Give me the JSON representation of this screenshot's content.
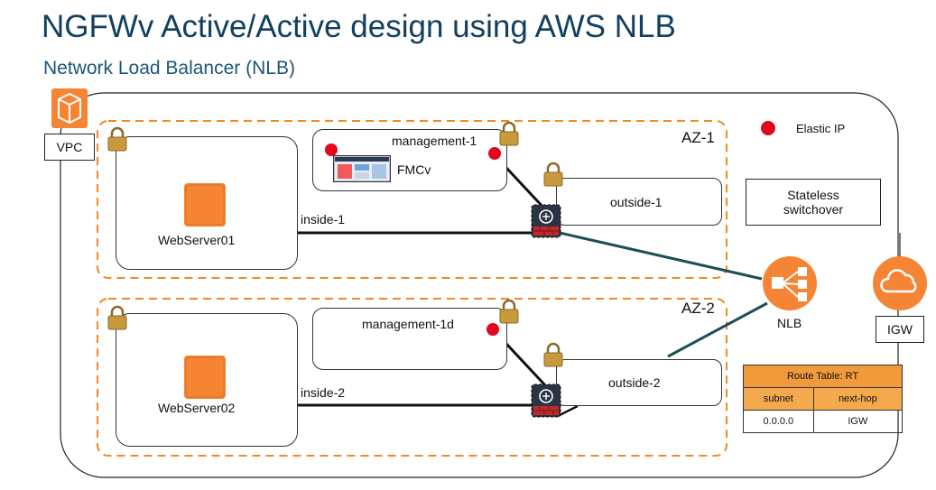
{
  "title": "NGFWv Active/Active design using AWS NLB",
  "subtitle": "Network Load Balancer (NLB)",
  "vpc": {
    "label": "VPC"
  },
  "az": [
    "AZ-1",
    "AZ-2"
  ],
  "servers": [
    {
      "name": "WebServer01",
      "subnet": "inside-1"
    },
    {
      "name": "WebServer02",
      "subnet": "inside-2"
    }
  ],
  "management": [
    "management-1",
    "management-1d"
  ],
  "fmc": {
    "label": "FMCv"
  },
  "outside": [
    "outside-1",
    "outside-2"
  ],
  "legend": {
    "elastic_ip": "Elastic IP"
  },
  "stateless": "Stateless\nswitchover",
  "nlb": {
    "label": "NLB"
  },
  "igw": {
    "label": "IGW"
  },
  "route_table": {
    "title": "Route Table: RT",
    "columns": [
      "subnet",
      "next-hop"
    ],
    "rows": [
      [
        "0.0.0.0",
        "IGW"
      ]
    ]
  },
  "colors": {
    "title": "#12405e",
    "aws_orange": "#f58534",
    "az_border": "#f08a24",
    "elastic_ip": "#e3071d",
    "link": "#1a4f5a",
    "lock": "#c99a3b"
  }
}
